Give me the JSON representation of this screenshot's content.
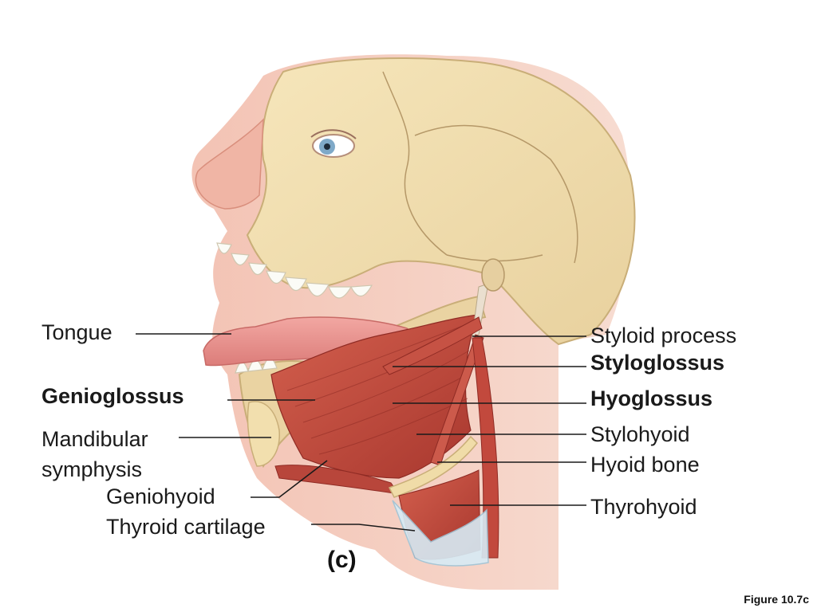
{
  "figure_label": "Figure 10.7c",
  "panel_label": "(c)",
  "labels": {
    "tongue": "Tongue",
    "genioglossus": "Genioglossus",
    "mandibular_symphysis_line1": "Mandibular",
    "mandibular_symphysis_line2": "symphysis",
    "geniohyoid": "Geniohyoid",
    "thyroid_cartilage": "Thyroid cartilage",
    "styloid_process": "Styloid process",
    "styloglossus": "Styloglossus",
    "hyoglossus": "Hyoglossus",
    "stylohyoid": "Stylohyoid",
    "hyoid_bone": "Hyoid bone",
    "thyrohyoid": "Thyrohyoid"
  },
  "colors": {
    "skin": "#f2cdbf",
    "bone": "#f0dfb0",
    "muscle": "#c1473b",
    "muscle_light": "#d96a57",
    "tongue": "#e98f8c",
    "cartilage": "#cfe6f2",
    "leader_line": "#1a1a1a"
  }
}
